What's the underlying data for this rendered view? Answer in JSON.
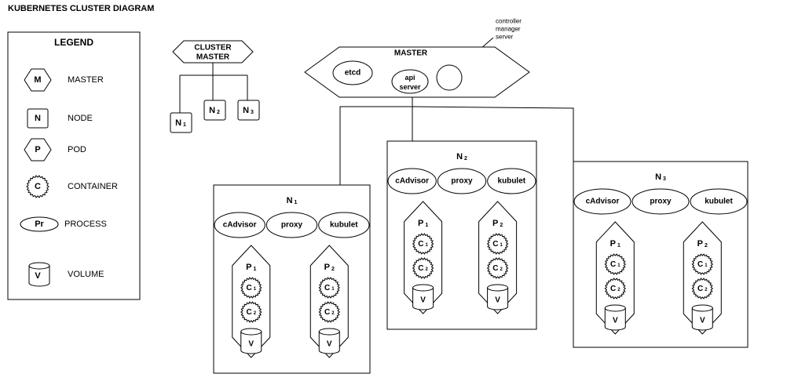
{
  "title": "KUBERNETES CLUSTER DIAGRAM",
  "colors": {
    "stroke": "#000000",
    "fill": "#ffffff"
  },
  "legend": {
    "heading": "LEGEND",
    "items": [
      {
        "symbol": "M",
        "label": "MASTER",
        "shape": "hexagon"
      },
      {
        "symbol": "N",
        "label": "NODE",
        "shape": "rounded-square"
      },
      {
        "symbol": "P",
        "label": "POD",
        "shape": "hexagon"
      },
      {
        "symbol": "C",
        "label": "CONTAINER",
        "shape": "gear"
      },
      {
        "symbol": "Pr",
        "label": "PROCESS",
        "shape": "ellipse"
      },
      {
        "symbol": "V",
        "label": "VOLUME",
        "shape": "cylinder"
      }
    ]
  },
  "cluster_master": {
    "label_line1": "CLUSTER",
    "label_line2": "MASTER",
    "nodes": [
      {
        "letter": "N",
        "sub": "1"
      },
      {
        "letter": "N",
        "sub": "2"
      },
      {
        "letter": "N",
        "sub": "3"
      }
    ]
  },
  "master": {
    "label": "MASTER",
    "etcd": "etcd",
    "api_line1": "api",
    "api_line2": "server",
    "controller_line1": "controller",
    "controller_line2": "manager",
    "controller_line3": "server"
  },
  "nodes": [
    {
      "letter": "N",
      "sub": "1",
      "processes": [
        "cAdvisor",
        "proxy",
        "kubulet"
      ],
      "pods": [
        {
          "letter": "P",
          "sub": "1",
          "containers": [
            {
              "letter": "C",
              "sub": "1"
            },
            {
              "letter": "C",
              "sub": "2"
            }
          ],
          "volume": "V"
        },
        {
          "letter": "P",
          "sub": "2",
          "containers": [
            {
              "letter": "C",
              "sub": "1"
            },
            {
              "letter": "C",
              "sub": "2"
            }
          ],
          "volume": "V"
        }
      ]
    },
    {
      "letter": "N",
      "sub": "2",
      "processes": [
        "cAdvisor",
        "proxy",
        "kubulet"
      ],
      "pods": [
        {
          "letter": "P",
          "sub": "1",
          "containers": [
            {
              "letter": "C",
              "sub": "1"
            },
            {
              "letter": "C",
              "sub": "2"
            }
          ],
          "volume": "V"
        },
        {
          "letter": "P",
          "sub": "2",
          "containers": [
            {
              "letter": "C",
              "sub": "1"
            },
            {
              "letter": "C",
              "sub": "2"
            }
          ],
          "volume": "V"
        }
      ]
    },
    {
      "letter": "N",
      "sub": "3",
      "processes": [
        "cAdvisor",
        "proxy",
        "kubulet"
      ],
      "pods": [
        {
          "letter": "P",
          "sub": "1",
          "containers": [
            {
              "letter": "C",
              "sub": "1"
            },
            {
              "letter": "C",
              "sub": "2"
            }
          ],
          "volume": "V"
        },
        {
          "letter": "P",
          "sub": "2",
          "containers": [
            {
              "letter": "C",
              "sub": "1"
            },
            {
              "letter": "C",
              "sub": "2"
            }
          ],
          "volume": "V"
        }
      ]
    }
  ]
}
